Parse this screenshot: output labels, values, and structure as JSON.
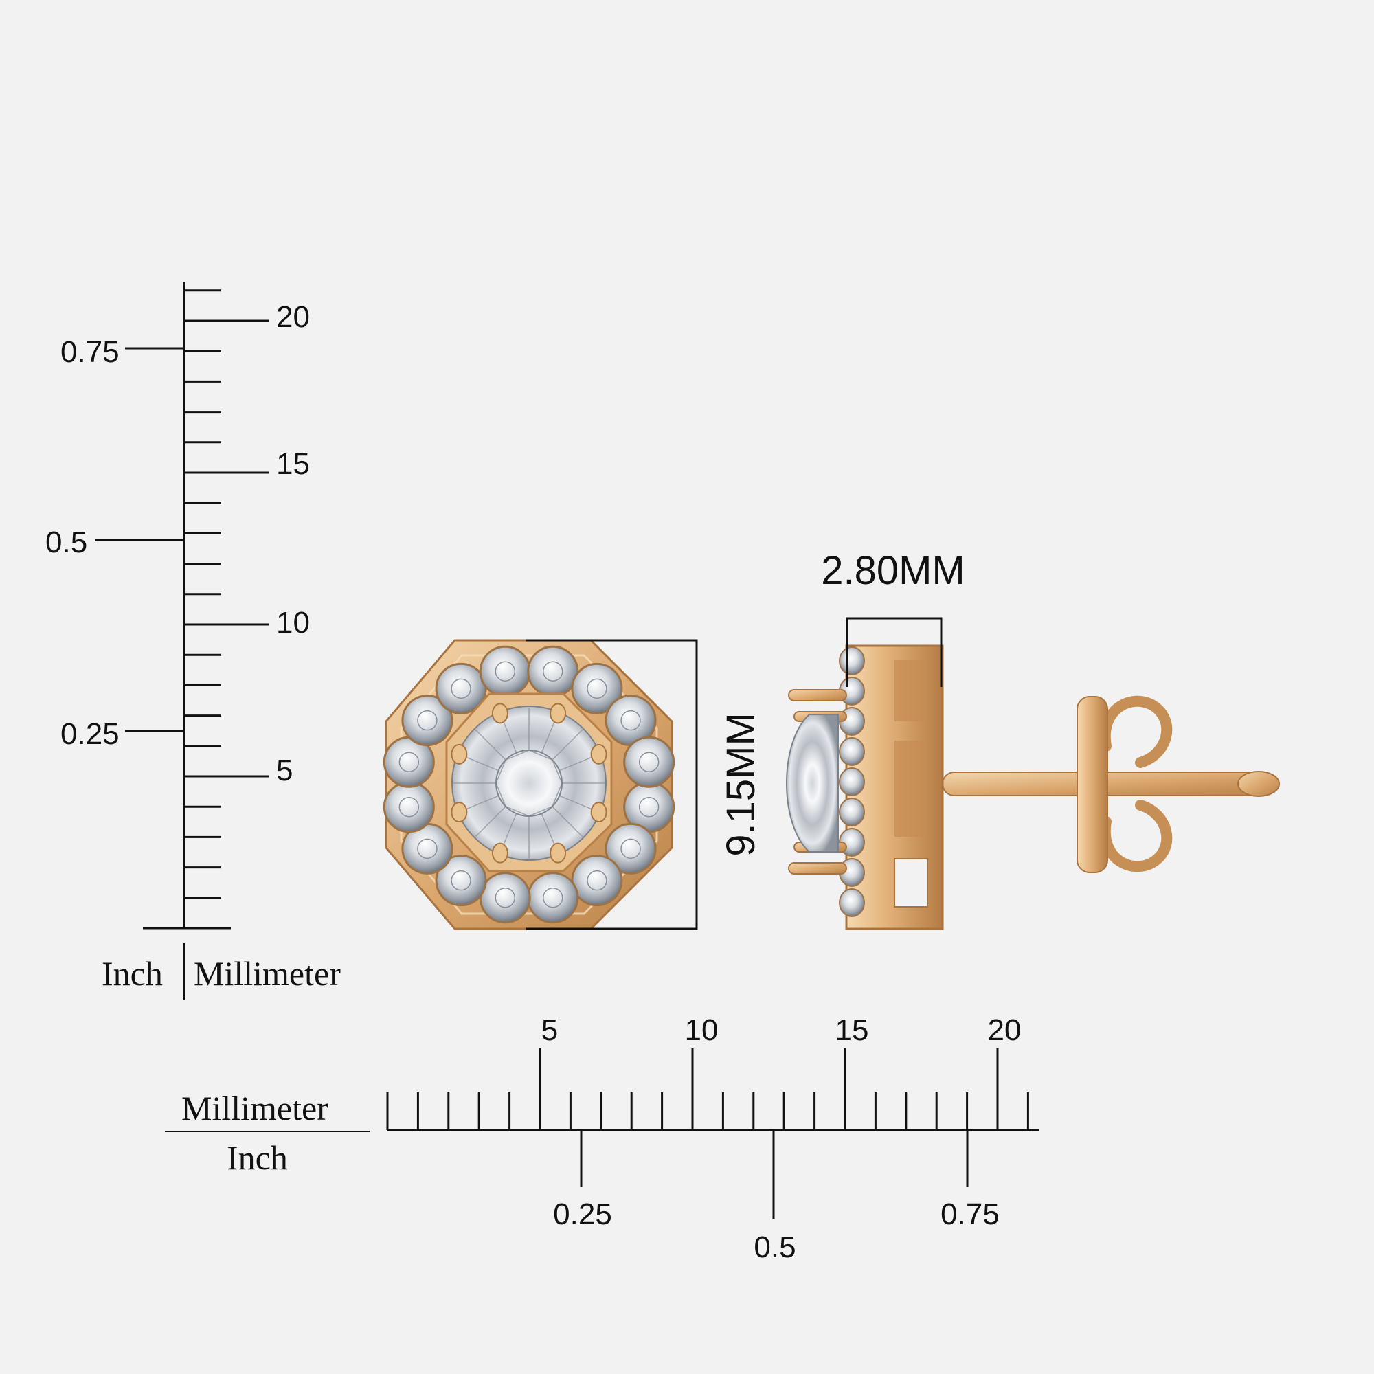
{
  "vertical_ruler": {
    "mm_labels": [
      "20",
      "15",
      "10",
      "5"
    ],
    "inch_labels": [
      "0.75",
      "0.5",
      "0.25"
    ],
    "legend_inch": "Inch",
    "legend_mm": "Millimeter"
  },
  "horizontal_ruler": {
    "mm_labels": [
      "5",
      "10",
      "15",
      "20"
    ],
    "inch_labels": [
      "0.25",
      "0.5",
      "0.75"
    ],
    "legend_mm": "Millimeter",
    "legend_inch": "Inch"
  },
  "dimensions": {
    "height": "9.15MM",
    "depth": "2.80MM"
  },
  "colors": {
    "gold": "#d8a56c",
    "gold_dark": "#b07a42",
    "gold_light": "#f2d2a4",
    "diamond": "#dfe2e6",
    "ink": "#111111"
  }
}
